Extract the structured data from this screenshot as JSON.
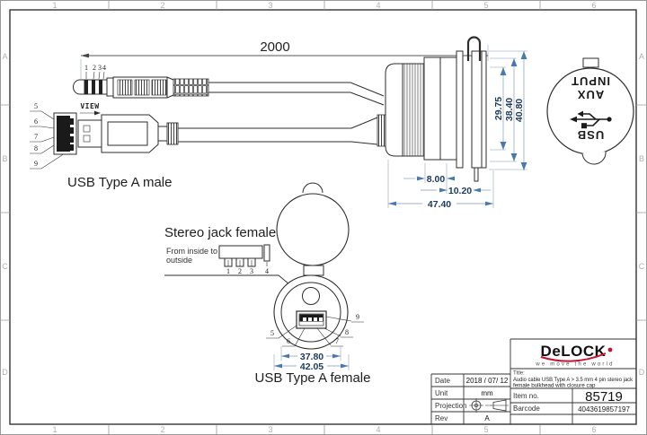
{
  "sheet": {
    "columns": [
      "1",
      "2",
      "3",
      "4",
      "5",
      "6"
    ],
    "rows": [
      "A",
      "B",
      "C",
      "D"
    ]
  },
  "dims": {
    "cable_length": "2000",
    "bulkhead_h_inner": "29.75",
    "bulkhead_h_mid": "38.40",
    "bulkhead_h_outer": "40.80",
    "depth_small": "8.00",
    "depth_mid": "10.20",
    "depth_total": "47.40",
    "face_inner_dia": "37.80",
    "face_outer_dia": "42.05"
  },
  "labels": {
    "view": "VIEW",
    "usb_male": "USB Type A male",
    "stereo_female": "Stereo jack female",
    "from_inside_1": "From inside to",
    "from_inside_2": "outside",
    "usb_female": "USB Type A female"
  },
  "cap": {
    "usb": "USB",
    "aux": "AUX",
    "input": "INPUT"
  },
  "pins": {
    "plug": [
      "1",
      "2",
      "3",
      "4"
    ],
    "male": [
      "5",
      "6",
      "7",
      "8",
      "9"
    ],
    "contacts": [
      "1",
      "2",
      "3",
      "4"
    ],
    "female": [
      "5",
      "6",
      "7",
      "8",
      "9"
    ]
  },
  "titleblock": {
    "brand": "DeLOCK",
    "slogan": "we move the world",
    "date_label": "Date",
    "date": "2018 / 07/ 12",
    "unit_label": "Unit",
    "unit": "mm",
    "projection_label": "Projection",
    "rev_label": "Rev",
    "rev": "A",
    "title_label": "Title:",
    "title_line1": "Audio cable USB Type A > 3.5 mm 4 pin stereo jack",
    "title_line2": "female bulkhead with closure cap",
    "item_label": "Item no.",
    "item_no": "85719",
    "barcode_label": "Barcode",
    "barcode": "4043619857197"
  },
  "colors": {
    "line": "#2e2e2e",
    "dim_arrow": "#4878b0",
    "dim_text": "#1c3a5e",
    "frame_label": "#b0b0b0",
    "brand_red": "#c8102e"
  }
}
